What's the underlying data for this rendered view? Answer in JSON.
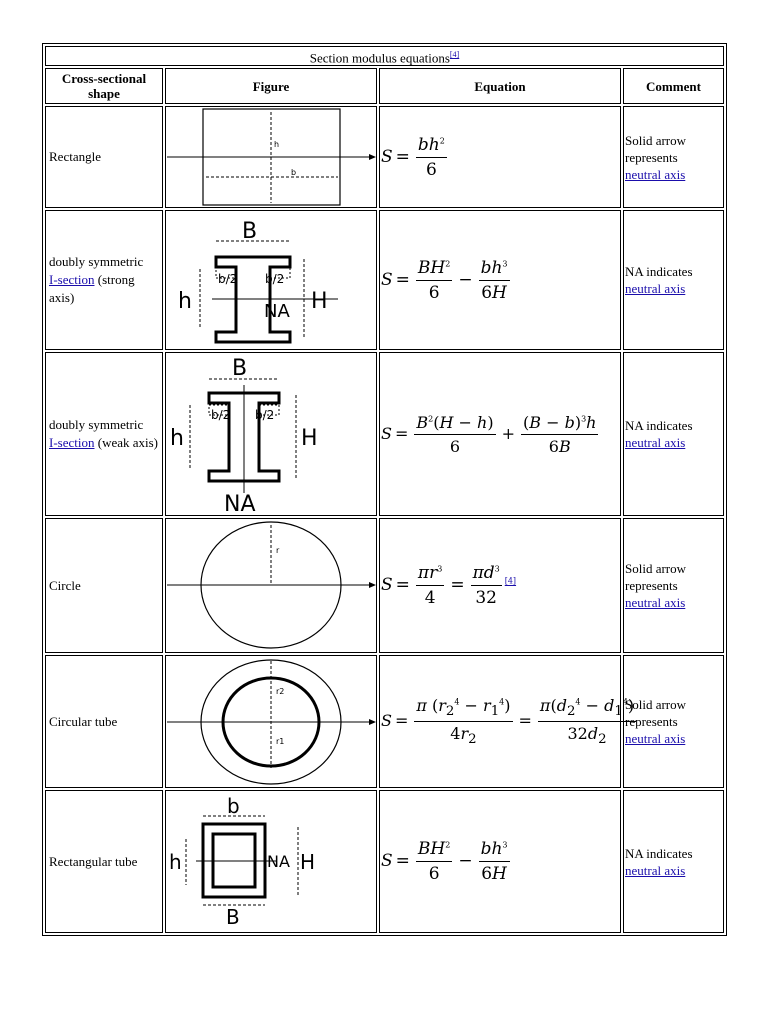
{
  "caption": {
    "text": "Section modulus equations",
    "ref": "[4]"
  },
  "headers": {
    "shape": "Cross-sectional shape",
    "figure": "Figure",
    "equation": "Equation",
    "comment": "Comment"
  },
  "rows": [
    {
      "shape": "Rectangle",
      "figure_labels": [
        "h",
        "b"
      ],
      "comment_text": "Solid arrow represents",
      "comment_link": "neutral axis"
    },
    {
      "shape_pre": "doubly symmetric",
      "shape_link": "I-section",
      "shape_post": "(strong axis)",
      "figure_labels": [
        "B",
        "b/2",
        "b/2",
        "h",
        "H",
        "NA"
      ],
      "comment_text": "NA indicates",
      "comment_link": "neutral axis"
    },
    {
      "shape_pre": "doubly symmetric",
      "shape_link": "I-section",
      "shape_post": "(weak axis)",
      "figure_labels": [
        "B",
        "b/2",
        "b/2",
        "h",
        "H",
        "NA"
      ],
      "comment_text": "NA indicates",
      "comment_link": "neutral axis"
    },
    {
      "shape": "Circle",
      "figure_labels": [
        "r"
      ],
      "equation_ref": "[4]",
      "comment_text": "Solid arrow represents",
      "comment_link": "neutral axis"
    },
    {
      "shape": "Circular tube",
      "figure_labels": [
        "r2",
        "r1"
      ],
      "comment_text": "Solid arrow represents",
      "comment_link": "neutral axis"
    },
    {
      "shape": "Rectangular tube",
      "figure_labels": [
        "b",
        "h",
        "NA",
        "H",
        "B"
      ],
      "comment_text": "NA indicates",
      "comment_link": "neutral axis"
    }
  ]
}
